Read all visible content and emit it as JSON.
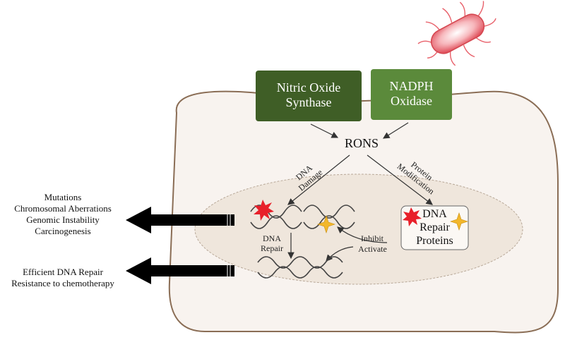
{
  "enzymes": {
    "nos": "Nitric Oxide\nSynthase",
    "nadph": "NADPH\nOxidase"
  },
  "rons": "RONS",
  "branch_labels": {
    "dna_damage": "DNA\nDamage",
    "protein_mod": "Protein\nModification"
  },
  "repair_proteins": "DNA\nRepair\nProteins",
  "dna_repair": "DNA\nRepair",
  "inhibit": "Inhibit",
  "activate": "Activate",
  "outcomes_top": [
    "Mutations",
    "Chromosomal Aberrations",
    "Genomic Instability",
    "Carcinogenesis"
  ],
  "outcomes_bottom": [
    "Efficient DNA Repair",
    "Resistance to chemotherapy"
  ],
  "colors": {
    "nos_box": "#3f5e26",
    "nadph_box": "#5b8a3b",
    "cell_fill": "#f8f3ef",
    "cell_stroke": "#8a6d55",
    "nucleus_fill": "#efe6dc",
    "bacterium": "#e8606a"
  }
}
